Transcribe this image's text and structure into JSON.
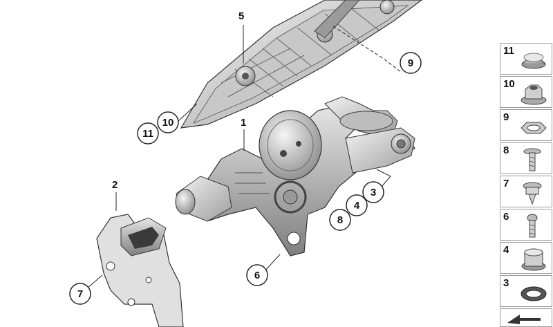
{
  "diagram": {
    "callouts": [
      {
        "id": "c5",
        "label": "5"
      },
      {
        "id": "c9",
        "label": "9"
      },
      {
        "id": "c10",
        "label": "10"
      },
      {
        "id": "c11",
        "label": "11"
      },
      {
        "id": "c1",
        "label": "1"
      },
      {
        "id": "c2",
        "label": "2"
      },
      {
        "id": "c3",
        "label": "3"
      },
      {
        "id": "c4",
        "label": "4"
      },
      {
        "id": "c8",
        "label": "8"
      },
      {
        "id": "c6",
        "label": "6"
      },
      {
        "id": "c7",
        "label": "7"
      }
    ]
  },
  "parts_legend": [
    {
      "number": "11",
      "icon": "cap-icon"
    },
    {
      "number": "10",
      "icon": "hex-nut-washer-icon"
    },
    {
      "number": "9",
      "icon": "hex-nut-icon"
    },
    {
      "number": "8",
      "icon": "screw-icon"
    },
    {
      "number": "7",
      "icon": "screw-with-clip-icon"
    },
    {
      "number": "6",
      "icon": "bolt-icon"
    },
    {
      "number": "4",
      "icon": "bushing-icon"
    },
    {
      "number": "3",
      "icon": "seal-ring-icon"
    }
  ],
  "colors": {
    "part_fill": "#d9d9d9",
    "part_dark": "#8a8a8a",
    "line": "#222222"
  }
}
